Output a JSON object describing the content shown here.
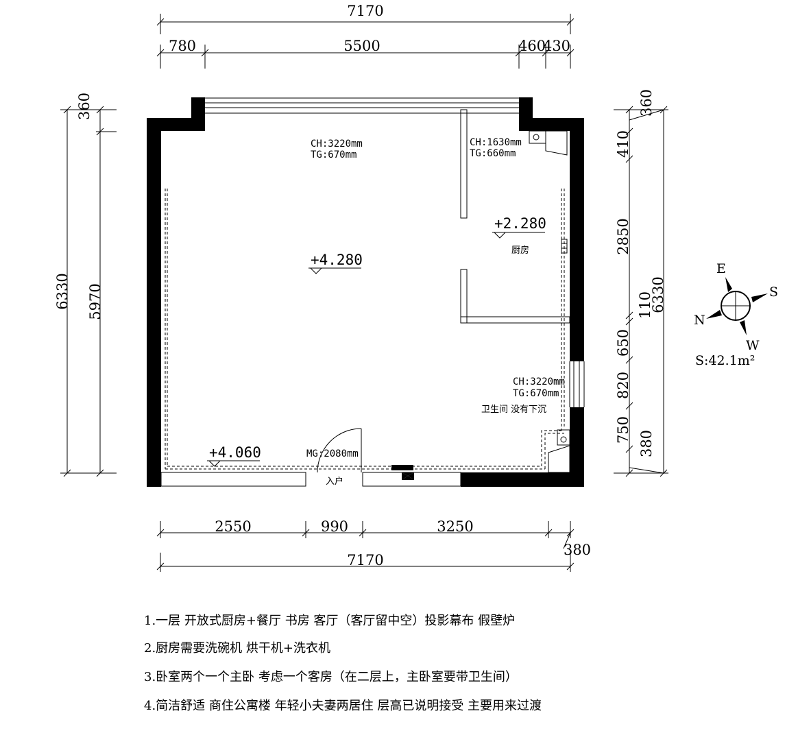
{
  "dimensions": {
    "top_total": "7170",
    "top_segments": [
      "780",
      "5500",
      "460",
      "430"
    ],
    "bottom_segments": [
      "2550",
      "990",
      "3250"
    ],
    "bottom_extra": "380",
    "bottom_total": "7170",
    "left_outer": "6330",
    "left_inner": "5970",
    "left_top": "360",
    "right_segments": [
      "360",
      "410",
      "2850",
      "110",
      "650",
      "820",
      "750",
      "380"
    ],
    "right_total": "6330"
  },
  "annotations": {
    "living_ch": "CH:3220mm",
    "living_tg": "TG:670mm",
    "kitchen_ch": "CH:1630mm",
    "kitchen_tg": "TG:660mm",
    "bath_ch": "CH:3220mm",
    "bath_tg": "TG:670mm",
    "door_mg": "MG:2080mm"
  },
  "levels": {
    "main": "+4.280",
    "kitchen": "+2.280",
    "entry": "+4.060"
  },
  "rooms": {
    "kitchen": "厨房",
    "bathroom": "卫生间 没有下沉",
    "entrance": "入户"
  },
  "compass": {
    "e": "E",
    "s": "S",
    "n": "N",
    "w": "W",
    "area": "S:42.1m²"
  },
  "notes": [
    "1.一层 开放式厨房+餐厅 书房 客厅（客厅留中空）投影幕布 假壁炉",
    "2.厨房需要洗碗机 烘干机+洗衣机",
    "3.卧室两个一个主卧 考虑一个客房（在二层上，主卧室要带卫生间）",
    "4.简洁舒适 商住公寓楼 年轻小夫妻两居住  层高已说明接受 主要用来过渡"
  ]
}
